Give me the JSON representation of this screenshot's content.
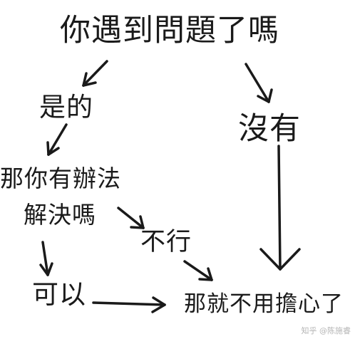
{
  "question": "你遇到問題了嗎",
  "yes": "是的",
  "no": "沒有",
  "can_solve_line1": "那你有辦法",
  "can_solve_line2": "解決嗎",
  "cannot": "不行",
  "can": "可以",
  "conclusion": "那就不用擔心了",
  "watermark": "知乎 @陈施睿",
  "ink_color": "#1a1a1a"
}
